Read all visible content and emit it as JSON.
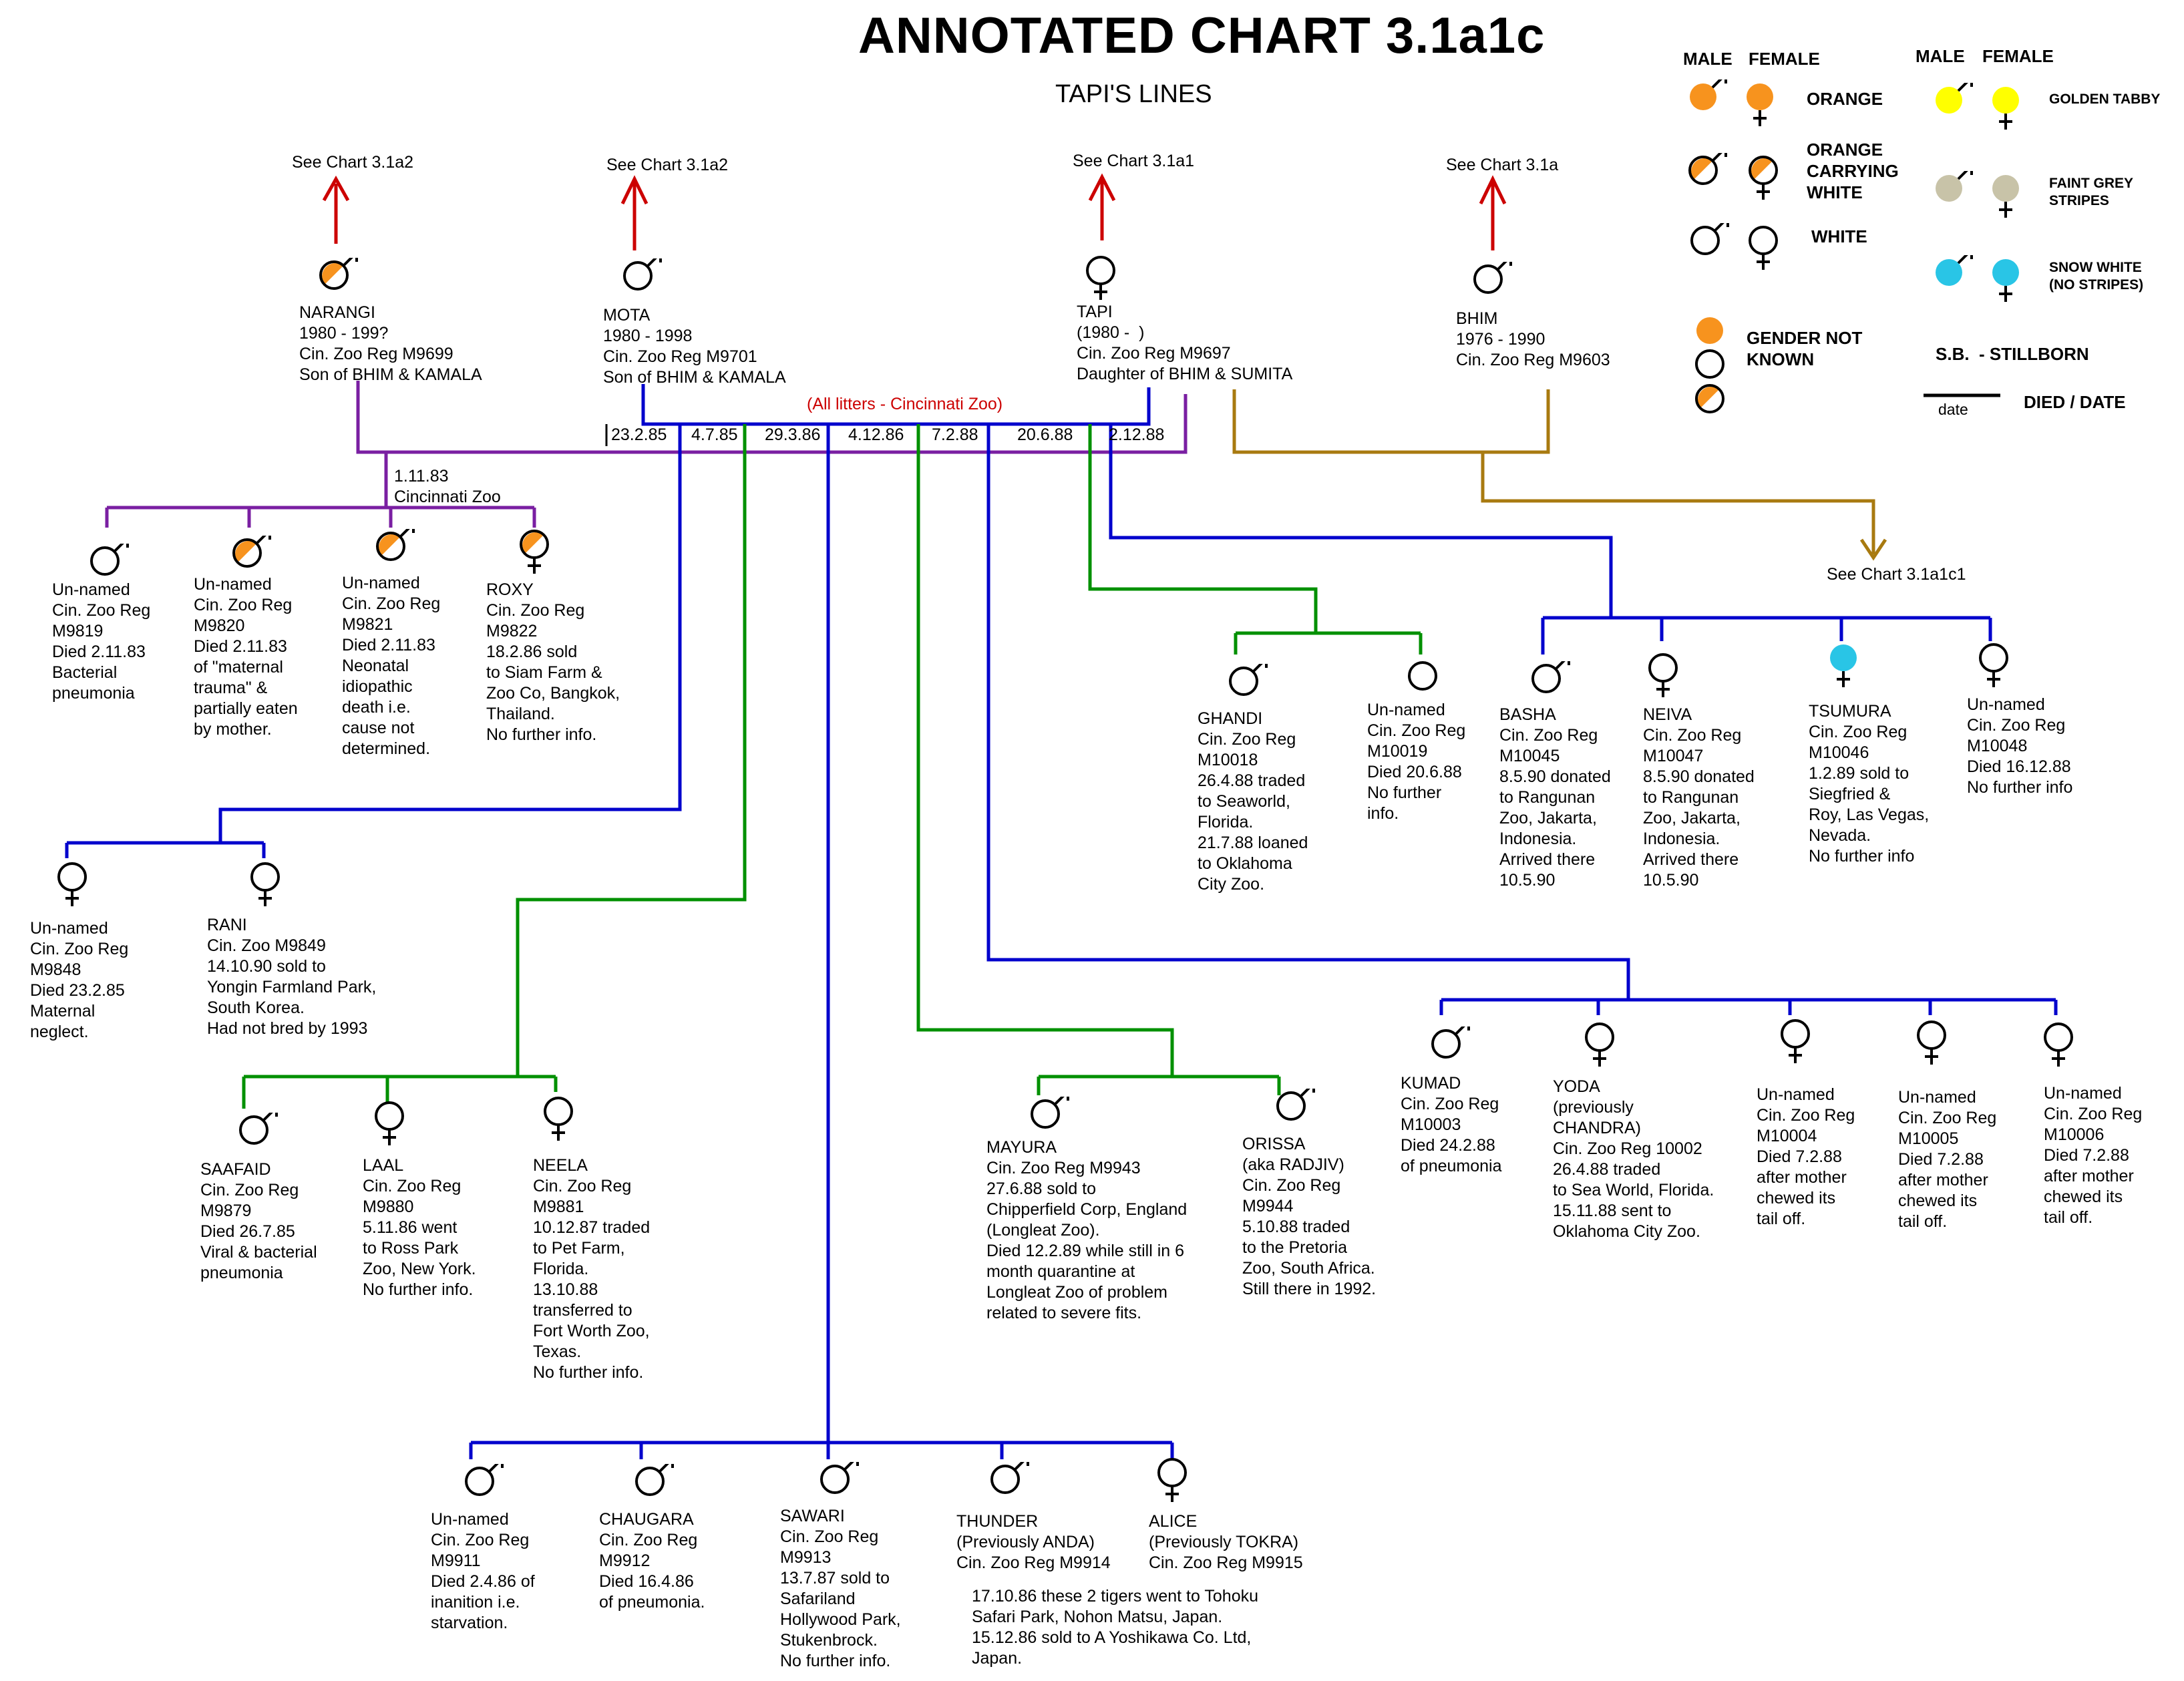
{
  "title": "ANNOTATED CHART 3.1a1c",
  "subtitle": "TAPI'S LINES",
  "litters_note": "(All litters - Cincinnati Zoo)",
  "see_refs": [
    "See Chart 3.1a2",
    "See Chart 3.1a2",
    "See Chart 3.1a1",
    "See Chart 3.1a",
    "See Chart 3.1a1c1"
  ],
  "dates": [
    "23.2.85",
    "4.7.85",
    "29.3.86",
    "4.12.86",
    "7.2.88",
    "20.6.88",
    "2.12.88"
  ],
  "mating_note": "1.11.83\nCincinnati Zoo",
  "parents": [
    {
      "sex": "male",
      "color": "orange-carrying-white",
      "text": "NARANGI\n1980 - 199?\nCin. Zoo Reg M9699\nSon of BHIM & KAMALA"
    },
    {
      "sex": "male",
      "color": "white",
      "text": "MOTA\n1980 - 1998\nCin. Zoo Reg M9701\nSon of BHIM & KAMALA"
    },
    {
      "sex": "female",
      "color": "white",
      "text": "TAPI\n(1980 -  )\nCin. Zoo Reg M9697\nDaughter of BHIM & SUMITA"
    },
    {
      "sex": "male",
      "color": "white",
      "text": "BHIM\n1976 - 1990\nCin. Zoo Reg M9603"
    }
  ],
  "offspring": [
    {
      "sex": "male",
      "color": "white",
      "text": "Un-named\nCin. Zoo Reg\nM9819\nDied 2.11.83\nBacterial\npneumonia"
    },
    {
      "sex": "male",
      "color": "orange-carrying-white",
      "text": "Un-named\nCin. Zoo Reg\nM9820\nDied 2.11.83\nof \"maternal\ntrauma\" &\npartially eaten\nby mother."
    },
    {
      "sex": "male",
      "color": "orange-carrying-white",
      "text": "Un-named\nCin. Zoo Reg\nM9821\nDied 2.11.83\nNeonatal\nidiopathic\ndeath i.e.\ncause not\ndetermined."
    },
    {
      "sex": "female",
      "color": "orange-carrying-white",
      "text": "ROXY\nCin. Zoo Reg\nM9822\n18.2.86 sold\nto Siam Farm &\nZoo Co, Bangkok,\nThailand.\nNo further info."
    },
    {
      "sex": "female",
      "color": "white",
      "text": "Un-named\nCin. Zoo Reg\nM9848\nDied 23.2.85\nMaternal\nneglect."
    },
    {
      "sex": "female",
      "color": "white",
      "text": "RANI\nCin. Zoo M9849\n14.10.90 sold to\nYongin Farmland Park,\nSouth Korea.\nHad not bred by 1993"
    },
    {
      "sex": "male",
      "color": "white",
      "text": "SAAFAID\nCin. Zoo Reg\nM9879\nDied 26.7.85\nViral & bacterial\npneumonia"
    },
    {
      "sex": "female",
      "color": "white",
      "text": "LAAL\nCin. Zoo Reg\nM9880\n5.11.86 went\nto Ross Park\nZoo, New York.\nNo further info."
    },
    {
      "sex": "female",
      "color": "white",
      "text": "NEELA\nCin. Zoo Reg\nM9881\n10.12.87 traded\nto Pet Farm,\nFlorida.\n13.10.88\ntransferred to\nFort Worth Zoo,\nTexas.\nNo further info."
    },
    {
      "sex": "male",
      "color": "white",
      "text": "Un-named\nCin. Zoo Reg\nM9911\nDied 2.4.86 of\ninanition i.e.\nstarvation."
    },
    {
      "sex": "male",
      "color": "white",
      "text": "CHAUGARA\nCin. Zoo Reg\nM9912\nDied 16.4.86\nof pneumonia."
    },
    {
      "sex": "male",
      "color": "white",
      "text": "SAWARI\nCin. Zoo Reg\nM9913\n13.7.87 sold to\nSafariland\nHollywood Park,\nStukenbrock.\nNo further info."
    },
    {
      "sex": "male",
      "color": "white",
      "text": "THUNDER\n(Previously ANDA)\nCin. Zoo Reg M9914"
    },
    {
      "sex": "female",
      "color": "white",
      "text": "ALICE\n(Previously TOKRA)\nCin. Zoo Reg M9915"
    },
    {
      "sex": "male",
      "color": "white",
      "text": "MAYURA\nCin. Zoo Reg M9943\n27.6.88 sold to\nChipperfield Corp, England\n(Longleat Zoo).\nDied 12.2.89 while still in 6\nmonth quarantine at\nLongleat Zoo of problem\nrelated to severe fits."
    },
    {
      "sex": "male",
      "color": "white",
      "text": "ORISSA\n(aka RADJIV)\nCin. Zoo Reg\nM9944\n5.10.88 traded\nto the Pretoria\nZoo, South Africa.\nStill there in 1992."
    },
    {
      "sex": "male",
      "color": "white",
      "text": "GHANDI\nCin. Zoo Reg\nM10018\n26.4.88 traded\nto Seaworld,\nFlorida.\n21.7.88 loaned\nto Oklahoma\nCity Zoo."
    },
    {
      "sex": "unknown",
      "color": "white",
      "text": "Un-named\nCin. Zoo Reg\nM10019\nDied 20.6.88\nNo further\ninfo."
    },
    {
      "sex": "male",
      "color": "white",
      "text": "KUMAD\nCin. Zoo Reg\nM10003\nDied 24.2.88\nof pneumonia"
    },
    {
      "sex": "female",
      "color": "white",
      "text": "YODA\n(previously\nCHANDRA)\nCin. Zoo Reg 10002\n26.4.88 traded\nto Sea World, Florida.\n15.11.88 sent to\nOklahoma City Zoo."
    },
    {
      "sex": "female",
      "color": "white",
      "text": "Un-named\nCin. Zoo Reg\nM10004\nDied 7.2.88\nafter mother\nchewed its\ntail off."
    },
    {
      "sex": "female",
      "color": "white",
      "text": "Un-named\nCin. Zoo Reg\nM10005\nDied 7.2.88\nafter mother\nchewed its\ntail off."
    },
    {
      "sex": "female",
      "color": "white",
      "text": "Un-named\nCin. Zoo Reg\nM10006\nDied 7.2.88\nafter mother\nchewed its\ntail off."
    },
    {
      "sex": "male",
      "color": "white",
      "text": "BASHA\nCin. Zoo Reg\nM10045\n8.5.90 donated\nto Rangunan\nZoo, Jakarta,\nIndonesia.\nArrived there\n10.5.90"
    },
    {
      "sex": "female",
      "color": "white",
      "text": "NEIVA\nCin. Zoo Reg\nM10047\n8.5.90 donated\nto Rangunan\nZoo, Jakarta,\nIndonesia.\nArrived there\n10.5.90"
    },
    {
      "sex": "female",
      "color": "snow-white",
      "text": "TSUMURA\nCin. Zoo Reg\nM10046\n1.2.89 sold to\nSiegfried &\nRoy, Las Vegas,\nNevada.\nNo further info"
    },
    {
      "sex": "female",
      "color": "white",
      "text": "Un-named\nCin. Zoo Reg\nM10048\nDied 16.12.88\nNo further info"
    }
  ],
  "thunder_alice_note": "17.10.86 these 2 tigers went to Tohoku\nSafari Park, Nohon Matsu, Japan.\n15.12.86 sold to A Yoshikawa Co. Ltd,\nJapan.",
  "legend": {
    "male": "MALE",
    "female": "FEMALE",
    "orange": "ORANGE",
    "orange_carrying_white": "ORANGE\nCARRYING\nWHITE",
    "white": "WHITE",
    "gender_not_known": "GENDER NOT\nKNOWN",
    "golden_tabby": "GOLDEN TABBY",
    "faint_grey": "FAINT GREY\nSTRIPES",
    "snow_white": "SNOW WHITE\n(NO STRIPES)",
    "stillborn": "S.B.  - STILLBORN",
    "died_date": "DIED / DATE",
    "date_word": "date"
  },
  "colors": {
    "orange": "#f7931e",
    "golden": "#ffff00",
    "grey": "#c8c3a8",
    "snow": "#29c5e6",
    "purple": "#7a1fa2",
    "blue": "#0000cc",
    "green": "#009000",
    "brown": "#a87a10",
    "red": "#cc0000"
  }
}
